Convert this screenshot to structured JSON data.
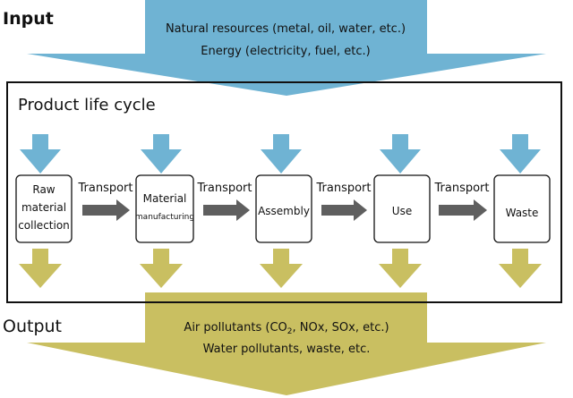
{
  "input": {
    "heading": "Input",
    "lines": [
      "Natural resources (metal, oil, water, etc.)",
      "Energy (electricity, fuel, etc.)"
    ]
  },
  "lifecycle": {
    "title": "Product life cycle",
    "stages": [
      {
        "lines": [
          "Raw",
          "material",
          "collection"
        ]
      },
      {
        "lines": [
          "Material",
          "manufacturing"
        ]
      },
      {
        "lines": [
          "Assembly"
        ]
      },
      {
        "lines": [
          "Use"
        ]
      },
      {
        "lines": [
          "Waste"
        ]
      }
    ],
    "transport_label": "Transport"
  },
  "output": {
    "heading": "Output",
    "line1_prefix": "Air pollutants (CO",
    "line1_sub": "2",
    "line1_suffix": ", NOx, SOx, etc.)",
    "line2": "Water pollutants, waste, etc."
  },
  "colors": {
    "input_arrow": "#6fb3d3",
    "output_arrow": "#c9bf61",
    "transport_arrow": "#5f5f5f",
    "frame": "#111111",
    "text": "#111111"
  }
}
